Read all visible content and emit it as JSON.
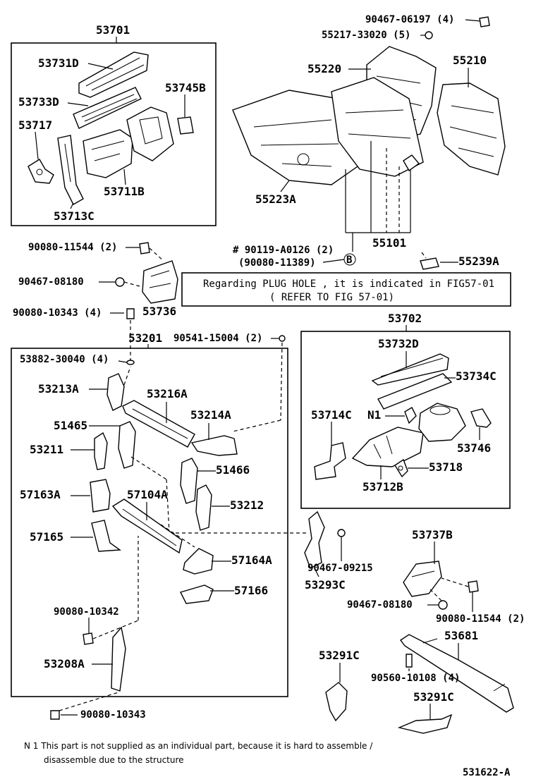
{
  "labels": {
    "g53701": "53701",
    "p53731D": "53731D",
    "p53733D": "53733D",
    "p53745B": "53745B",
    "p53717": "53717",
    "p53711B": "53711B",
    "p53713C": "53713C",
    "b90467_06197": "90467-06197 (4)",
    "b55217_33020": "55217-33020 (5)",
    "p55220": "55220",
    "p55210": "55210",
    "p55223A": "55223A",
    "p55101": "55101",
    "p55239A": "55239A",
    "b90119_A0126": "# 90119-A0126 (2)",
    "b90080_11389": "(90080-11389)",
    "b90080_11544_top": "90080-11544 (2)",
    "b90467_08180_top": "90467-08180",
    "p53736": "53736",
    "b90080_10343_top": "90080-10343 (4)",
    "g53201": "53201",
    "b90541_15004": "90541-15004 (2)",
    "b53882_30040": "53882-30040 (4)",
    "p53213A": "53213A",
    "p53216A": "53216A",
    "p53214A": "53214A",
    "p51465": "51465",
    "p53211": "53211",
    "p51466": "51466",
    "p57163A": "57163A",
    "p57104A": "57104A",
    "p53212": "53212",
    "p57165": "57165",
    "p57164A": "57164A",
    "p57166": "57166",
    "b90080_10342": "90080-10342",
    "p53208A": "53208A",
    "b90080_10343_bot": "90080-10343",
    "g53702": "53702",
    "p53732D": "53732D",
    "p53734C": "53734C",
    "p53714C": "53714C",
    "n1": "N1",
    "p53746": "53746",
    "p53718": "53718",
    "p53712B": "53712B",
    "b90467_09215": "90467-09215",
    "p53293C": "53293C",
    "p53737B": "53737B",
    "b90467_08180_bot": "90467-08180",
    "b90080_11544_bot": "90080-11544 (2)",
    "p53291C_a": "53291C",
    "p53681": "53681",
    "b90560_10108": "90560-10108 (4)",
    "p53291C_b": "53291C",
    "callout_b": "B"
  },
  "notice": {
    "line1": "Regarding PLUG HOLE , it is indicated in FIG57-01",
    "line2": "( REFER TO FIG 57-01)"
  },
  "footnote": {
    "line1": "N 1 This part is not supplied as an individual part, because it is hard to assemble /",
    "line2": "disassemble due to the structure"
  },
  "figure_number": "531622-A"
}
